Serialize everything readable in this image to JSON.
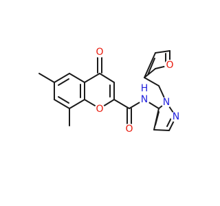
{
  "molecule": {
    "atoms": {
      "o_carbonyl_ring": {
        "text": "O",
        "color": "#e8190c"
      },
      "o_ring": {
        "text": "O",
        "color": "#e8190c"
      },
      "o_amide": {
        "text": "O",
        "color": "#e8190c"
      },
      "n_amide": {
        "text": "N",
        "color": "#2222dd"
      },
      "h_amide": {
        "text": "H",
        "color": "#2222dd"
      },
      "n_pyrazole_1": {
        "text": "N",
        "color": "#2222dd"
      },
      "n_pyrazole_2": {
        "text": "N",
        "color": "#2222dd"
      },
      "o_furan": {
        "text": "O",
        "color": "#e8190c"
      }
    },
    "bond_color": "#1a1a1a"
  }
}
